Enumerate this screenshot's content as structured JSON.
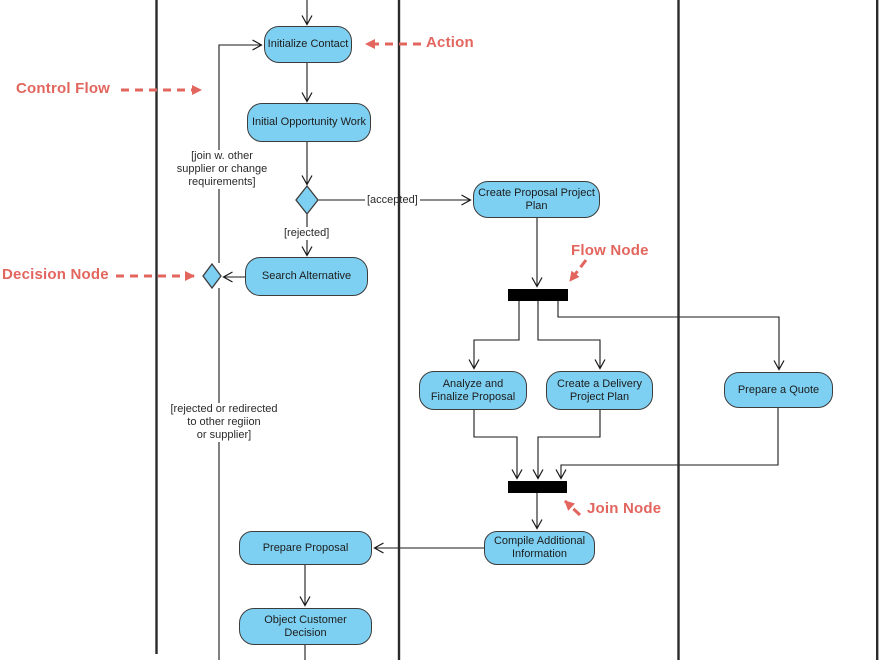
{
  "diagram": {
    "kind": "uml-activity-diagram-with-swimlanes"
  },
  "actions": {
    "initialize_contact": "Initialize Contact",
    "initial_opportunity_work": "Initial Opportunity Work",
    "create_proposal_project_plan": "Create Proposal Project Plan",
    "search_alternative": "Search Alternative",
    "analyze_and_finalize_proposal": "Analyze and Finalize Proposal",
    "create_a_delivery_project_plan": "Create a Delivery Project Plan",
    "prepare_a_quote": "Prepare a Quote",
    "compile_additional_information": "Compile Additional Information",
    "prepare_proposal": "Prepare Proposal",
    "object_customer_decision": "Object Customer Decision"
  },
  "guards": {
    "accepted": "[accepted]",
    "rejected": "[rejected]",
    "join_lines": [
      "[join w. other",
      "supplier or change",
      "requirements]"
    ],
    "redirect_lines": [
      "[rejected or redirected",
      "to other regiion",
      "or supplier]"
    ]
  },
  "annotations": {
    "action": "Action",
    "control_flow": "Control Flow",
    "decision_node": "Decision Node",
    "flow_node": "Flow Node",
    "join_node": "Join Node"
  },
  "colors": {
    "action_fill": "#7ED0F2",
    "action_border": "#3C3C3C",
    "line": "#1A1A1A",
    "annotation": "#E2655E",
    "background": "#FFFFFF"
  }
}
